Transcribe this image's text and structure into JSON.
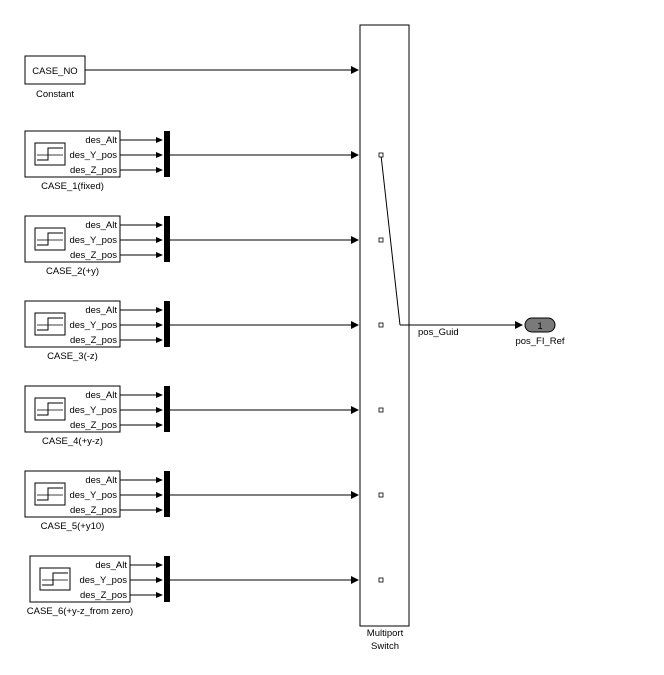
{
  "constant": {
    "value": "CASE_NO",
    "name": "Constant"
  },
  "signal_builders": [
    {
      "name": "CASE_1(fixed)",
      "ports": [
        "des_Alt",
        "des_Y_pos",
        "des_Z_pos"
      ]
    },
    {
      "name": "CASE_2(+y)",
      "ports": [
        "des_Alt",
        "des_Y_pos",
        "des_Z_pos"
      ]
    },
    {
      "name": "CASE_3(-z)",
      "ports": [
        "des_Alt",
        "des_Y_pos",
        "des_Z_pos"
      ]
    },
    {
      "name": "CASE_4(+y-z)",
      "ports": [
        "des_Alt",
        "des_Y_pos",
        "des_Z_pos"
      ]
    },
    {
      "name": "CASE_5(+y10)",
      "ports": [
        "des_Alt",
        "des_Y_pos",
        "des_Z_pos"
      ]
    },
    {
      "name": "CASE_6(+y-z_from zero)",
      "ports": [
        "des_Alt",
        "des_Y_pos",
        "des_Z_pos"
      ]
    }
  ],
  "switch": {
    "name_line1": "Multiport",
    "name_line2": "Switch"
  },
  "output_signal": "pos_Guid",
  "outport": {
    "number": "1",
    "name": "pos_FI_Ref"
  }
}
